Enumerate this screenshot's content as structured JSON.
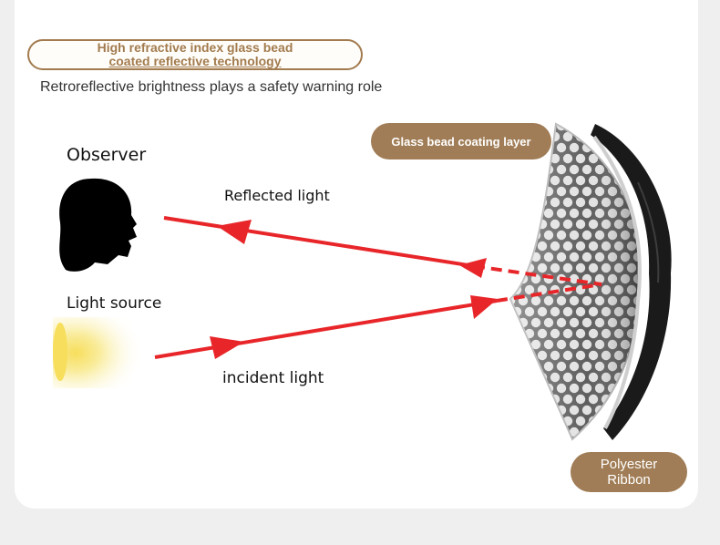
{
  "title": {
    "line1": "High refractive index glass bead",
    "line2": "coated reflective technology"
  },
  "subtitle": "Retroreflective brightness plays a safety warning role",
  "labels": {
    "observer": "Observer",
    "light_source": "Light source",
    "reflected_light": "Reflected light",
    "incident_light": "incident light"
  },
  "tags": {
    "glass_bead_layer": "Glass bead coating layer",
    "ribbon_line1": "Polyester",
    "ribbon_line2": "Ribbon"
  },
  "colors": {
    "accent_brown": "#a07d56",
    "arrow_red": "#e8262a",
    "ribbon_black": "#1a1a1a",
    "light_yellow": "#f6e27a"
  },
  "icons": {
    "observer": "person-head-silhouette-icon",
    "light_source": "light-glow-icon"
  }
}
